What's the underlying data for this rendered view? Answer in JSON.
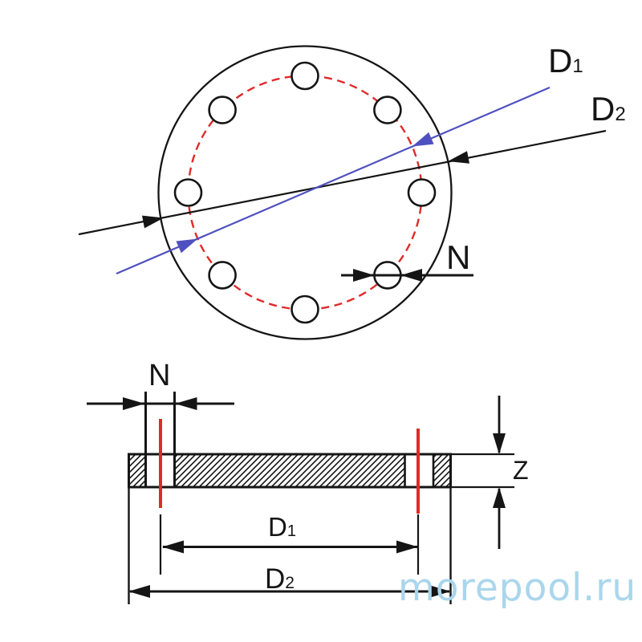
{
  "colors": {
    "line": "#151515",
    "red": "#e02a2a",
    "blue": "#4f51c0",
    "background": "#ffffff"
  },
  "top_view": {
    "bolt_hole_count": 8,
    "d1_label": {
      "main": "D",
      "sub": "1"
    },
    "d2_label": {
      "main": "D",
      "sub": "2"
    },
    "n_label": "N"
  },
  "section_view": {
    "d1_label": {
      "main": "D",
      "sub": "1"
    },
    "d2_label": {
      "main": "D",
      "sub": "2"
    },
    "n_label": "N",
    "z_label": "Z"
  },
  "watermark": {
    "text": "morepool.ru",
    "color": "#aad6ec"
  }
}
